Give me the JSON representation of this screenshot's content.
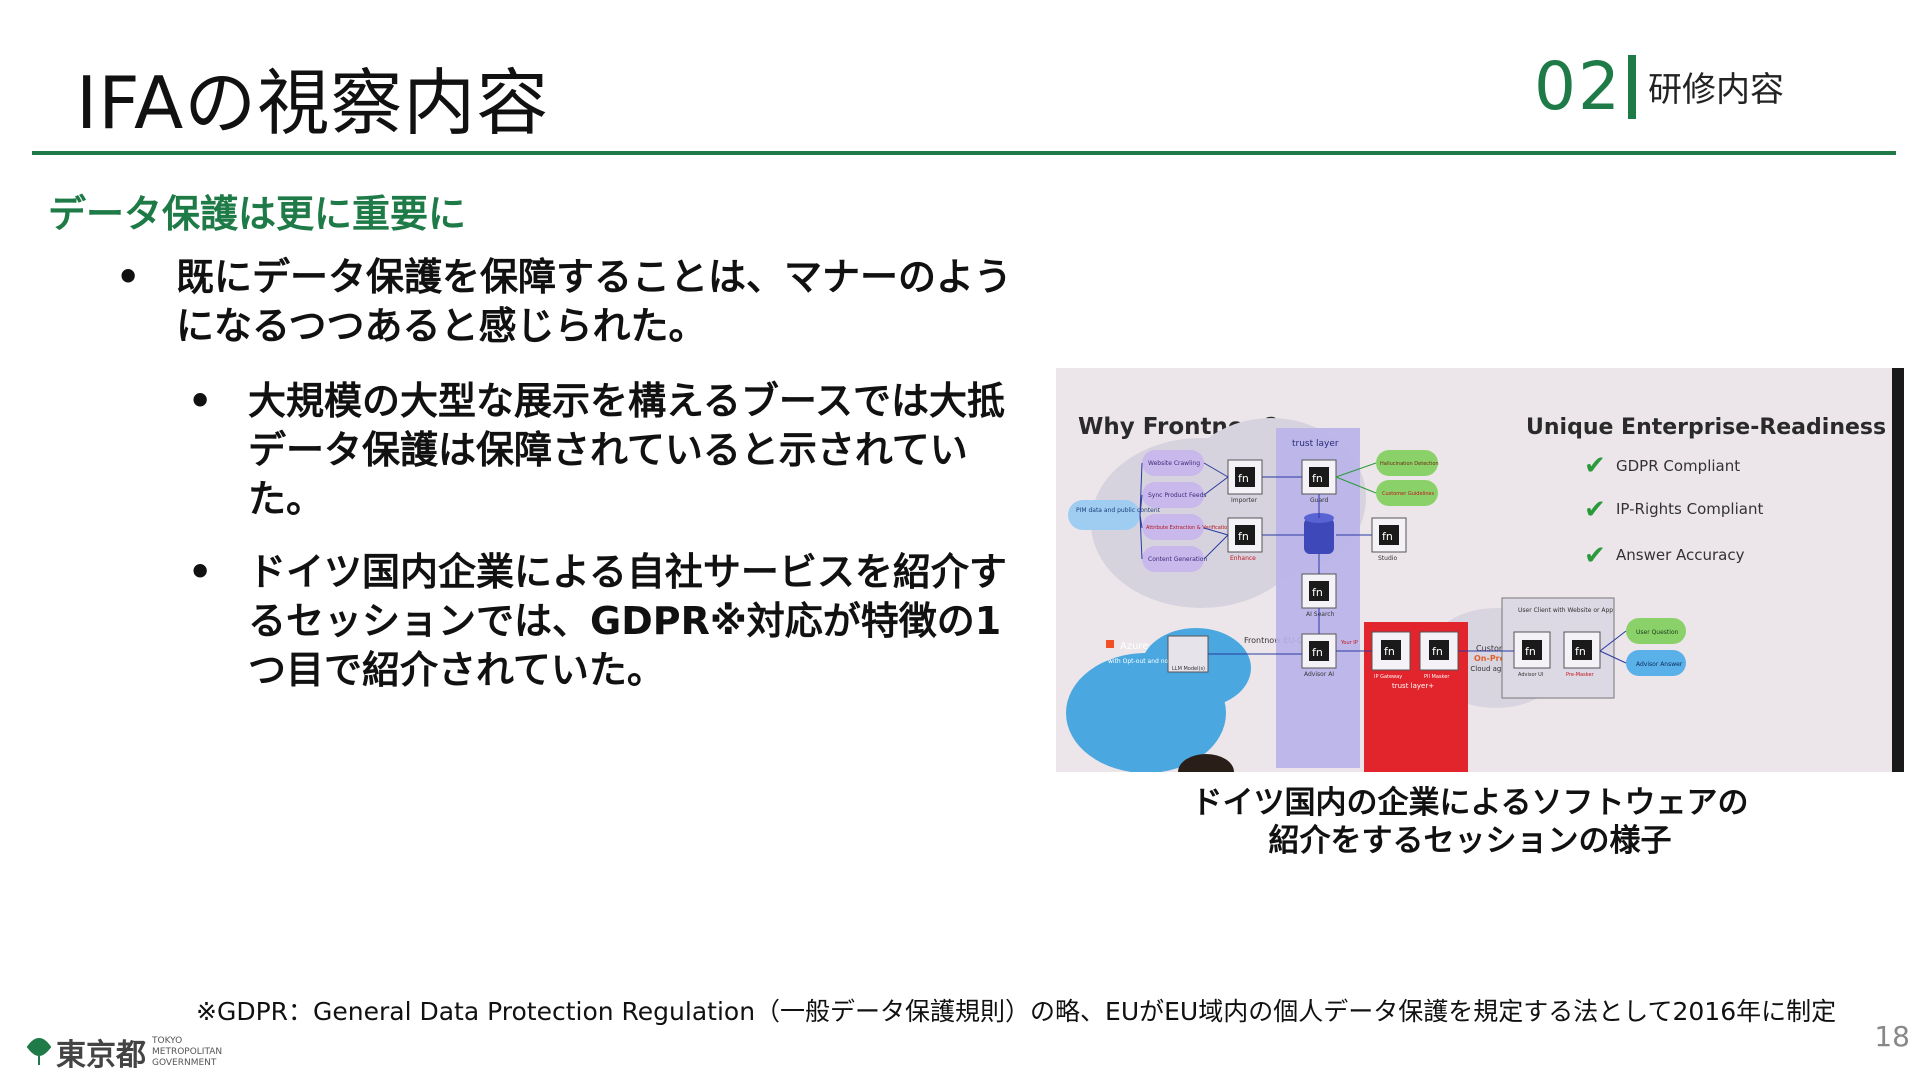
{
  "header": {
    "title": "IFAの視察内容",
    "section_number": "02",
    "section_label": "研修内容"
  },
  "subheading": "データ保護は更に重要に",
  "bullets": {
    "main": "既にデータ保護を保障することは、マナーのようになるつつあると感じられた。",
    "sub1": "大規模の大型な展示を構えるブースでは大抵データ保護は保障されていると示されていた。",
    "sub2": "ドイツ国内企業による自社サービスを紹介するセッションでは、GDPR※対応が特徴の1つ目で紹介されていた。"
  },
  "photo": {
    "left_title": "Why Frontnow?",
    "right_title": "Unique Enterprise-Readiness",
    "checks": [
      "GDPR Compliant",
      "IP-Rights Compliant",
      "Answer Accuracy"
    ],
    "trust_layer": "trust layer",
    "trust_layer_plus": "trust layer+",
    "left_inputs": [
      "Website Crawling",
      "Sync Product Feeds",
      "Attribute Extraction & Verification",
      "Content Generation"
    ],
    "pim": "PIM data and public content",
    "fn_labels": [
      "Importer",
      "Guard",
      "Enhance",
      "Studio",
      "AI Search",
      "Advisor AI",
      "IP Gateway",
      "PII Masker",
      "Advisor UI",
      "Pre-Masker"
    ],
    "right_checks": [
      "Hallucination Detection",
      "Customer Guidelines"
    ],
    "cloud_label": "Frontnow EU-Cloud",
    "customer_label": "Customer",
    "customer_sub1": "On-Premise",
    "customer_sub2": "or Cloud agnostic",
    "user_client": "User Client with Website or App",
    "user_question": "User Question",
    "advisor_answer": "Advisor Answer",
    "azure": "Azure",
    "azure_sub": "with Opt-out and no Training",
    "llm": "LLM Model(s)",
    "your_ip": "Your IP",
    "fn": "fn"
  },
  "caption": {
    "line1": "ドイツ国内の企業によるソフトウェアの",
    "line2": "紹介をするセッションの様子"
  },
  "footnote": "※GDPR：General Data Protection Regulation（一般データ保護規則）の略、EUがEU域内の個人データ保護を規定する法として2016年に制定",
  "page_number": "18",
  "logo": {
    "name": "東京都",
    "sub": "TOKYO METROPOLITAN GOVERNMENT"
  },
  "colors": {
    "accent_green": "#1e7a46",
    "diagram_purple": "#b9b3ea",
    "diagram_red": "#e2242c",
    "cloud_blue": "#4aa7e0"
  }
}
